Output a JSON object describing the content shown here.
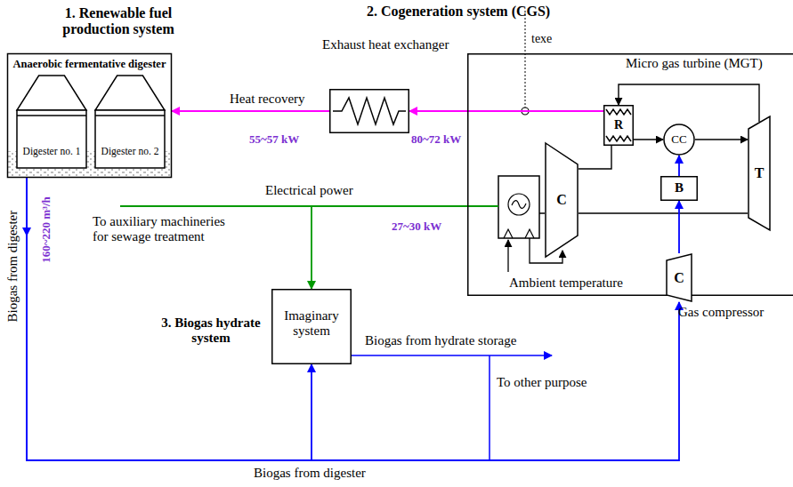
{
  "diagram": {
    "nodes": [
      {
        "text": [
          "1. Renewable fuel production system",
          "Anaerobic fermentative digester"
        ]
      },
      {
        "text": [
          "Digester no. 1"
        ],
        "in": 0
      },
      {
        "text": [
          "Digester no. 2"
        ],
        "in": 0
      },
      {
        "text": [
          "Exhaust heat exchanger"
        ]
      },
      {
        "text": [
          "Micro gas turbine (MGT)"
        ]
      },
      {
        "text": [
          "R"
        ],
        "in": 4
      },
      {
        "text": [
          "CC"
        ],
        "in": 4
      },
      {
        "text": [
          "C"
        ],
        "in": 4
      },
      {
        "text": [
          "T"
        ],
        "in": 4
      },
      {
        "text": [
          "B"
        ],
        "in": 4
      },
      {
        "text": [
          "3. Biogas hydrate system",
          "Imaginary system"
        ]
      },
      {
        "text": [
          "C",
          "Gas compressor"
        ]
      }
    ],
    "edges": [
      {
        "from": 5,
        "to": 3,
        "label": "80~72 kW",
        "arrow": "to"
      },
      {
        "from": 3,
        "to": 0,
        "label": "55~57 kW",
        "arrow": "to"
      },
      {
        "from": 4,
        "to": 10,
        "label": "27~30 kW",
        "arrow": "to"
      },
      {
        "from": 0,
        "to": 10,
        "arrow": "to"
      },
      {
        "from": 0,
        "to": 11,
        "arrow": "to"
      },
      {
        "from": 11,
        "to": 9,
        "arrow": "to"
      },
      {
        "from": 9,
        "to": 6,
        "arrow": "to"
      },
      {
        "from": 5,
        "to": 6,
        "arrow": "to"
      },
      {
        "from": 6,
        "to": 8,
        "arrow": "to"
      },
      {
        "from": 8,
        "to": 5,
        "arrow": "to"
      },
      {
        "from": 7,
        "to": 5,
        "arrow": "none"
      }
    ],
    "labels": [
      "2. Cogeneration system (CGS)",
      "texe",
      "Heat recovery",
      "Electrical power",
      "To auxiliary machineries for sewage treatment",
      "Ambient temperature",
      "Biogas from digester",
      "160~220 m³/h",
      "Biogas from hydrate storage",
      "To other purpose",
      "Biogas from digester"
    ]
  }
}
